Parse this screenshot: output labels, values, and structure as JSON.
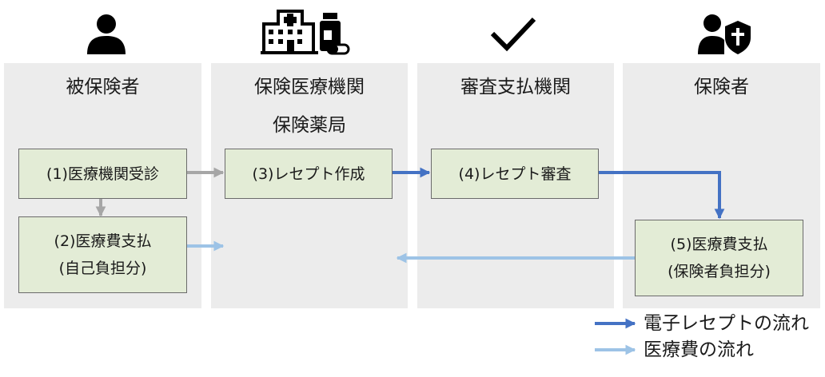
{
  "columns": [
    {
      "icon": "person-icon",
      "title_lines": [
        "被保険者"
      ]
    },
    {
      "icon": "hospital-icon",
      "title_lines": [
        "保険医療機関",
        "保険薬局"
      ]
    },
    {
      "icon": "check-icon",
      "title_lines": [
        "審査支払機関"
      ]
    },
    {
      "icon": "insurer-shield-icon",
      "title_lines": [
        "保険者"
      ]
    }
  ],
  "steps": {
    "step1": [
      "(1)医療機関受診"
    ],
    "step2": [
      "(2)医療費支払",
      "(自己負担分)"
    ],
    "step3": [
      "(3)レセプト作成"
    ],
    "step4": [
      "(4)レセプト審査"
    ],
    "step5": [
      "(5)医療費支払",
      "(保険者負担分)"
    ]
  },
  "legend": {
    "electronic": "電子レセプトの流れ",
    "medical_cost": "医療費の流れ"
  },
  "colors": {
    "column_bg": "#ececec",
    "box_bg": "#e3ecd6",
    "electronic_arrow": "#4472c4",
    "medical_cost_arrow": "#9dc3e6",
    "internal_arrow": "#a6a6a6"
  }
}
